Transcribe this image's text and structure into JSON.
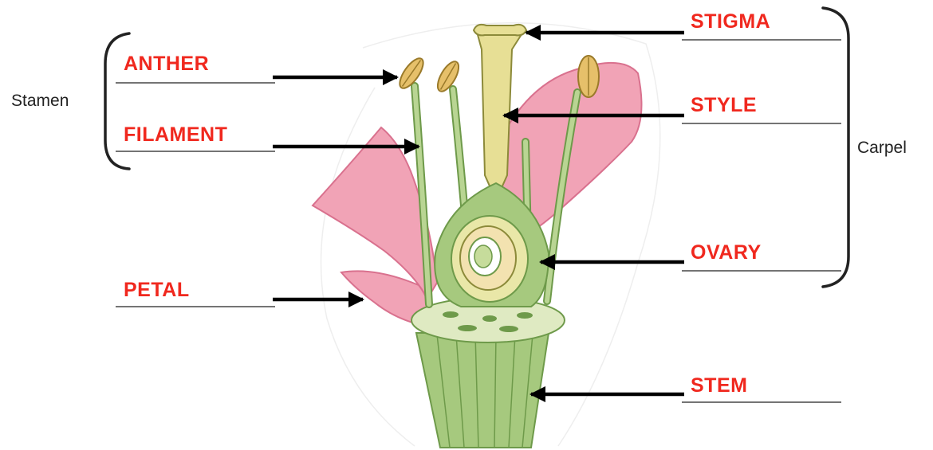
{
  "colors": {
    "label": "#f0281e",
    "petal": "#f1a3b6",
    "petal_dark": "#d9718e",
    "green": "#a6c97e",
    "green_dark": "#6e9a4a",
    "yellow": "#e7df95",
    "anther": "#e6c06a",
    "ovule": "#f3e2b0"
  },
  "labels": {
    "anther": "ANTHER",
    "filament": "FILAMENT",
    "petal": "PETAL",
    "stigma": "STIGMA",
    "style": "STYLE",
    "ovary": "OVARY",
    "stem": "STEM"
  },
  "groups": {
    "stamen": "Stamen",
    "carpel": "Carpel"
  }
}
